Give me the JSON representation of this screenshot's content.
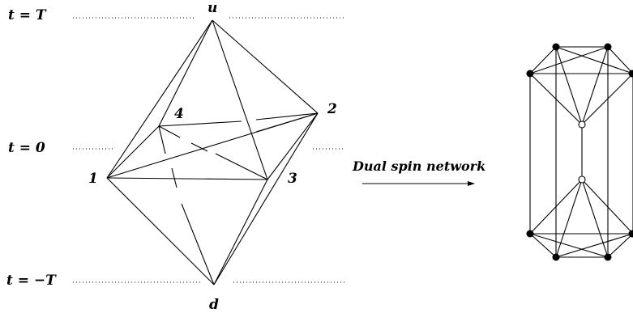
{
  "time_labels": {
    "top": "t = T",
    "middle": "t = 0",
    "bottom": "t = −T"
  },
  "vertex_labels": {
    "up": "u",
    "down": "d",
    "v1": "1",
    "v2": "2",
    "v3": "3",
    "v4": "4"
  },
  "arrow_label": "Dual spin network"
}
